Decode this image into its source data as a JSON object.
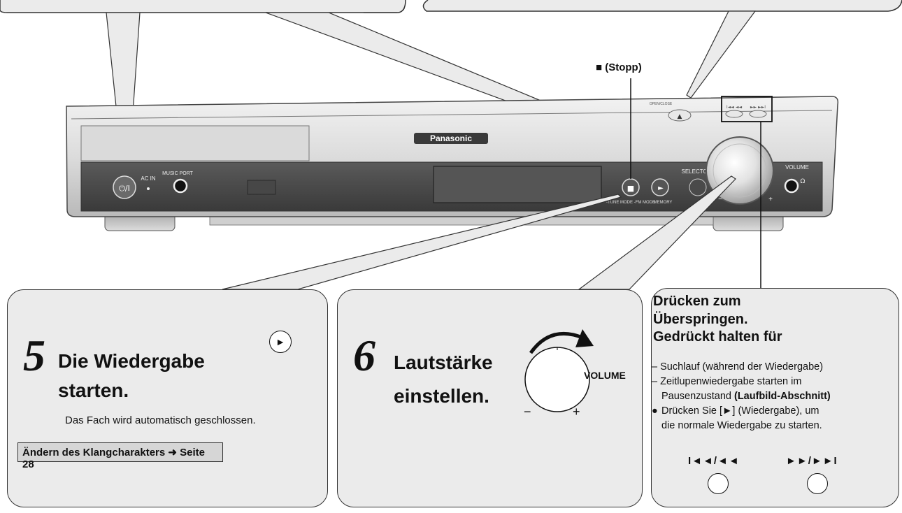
{
  "device": {
    "brand": "Panasonic",
    "stop_label": "■ (Stopp)",
    "power_symbol": "⏻/I",
    "ac_in": "AC IN",
    "music_port": "MUSIC PORT",
    "stop_symbol": "■",
    "play_symbol": "►",
    "sub_label_stop": "-TUNE MODE -FM MODE",
    "sub_label_memory": "MEMORY",
    "selector_label": "SELECTOR",
    "volume_label": "VOLUME",
    "minus": "−",
    "plus": "+",
    "headphone_symbol": "Ω",
    "open_close": "OPEN/CLOSE",
    "skip_back_small": "I◄◄ ◄◄",
    "skip_fwd_small": "►► ►►I",
    "eject_symbol": "▲"
  },
  "step5": {
    "number": "5",
    "title_line1": "Die Wiedergabe",
    "title_line2": "starten.",
    "note": "Das Fach wird automatisch geschlossen.",
    "tip": "Ändern des Klangcharakters ➜ Seite 28",
    "play_icon_symbol": "►"
  },
  "step6": {
    "number": "6",
    "title_line1": "Lautstärke",
    "title_line2": "einstellen.",
    "knob_label": "VOLUME",
    "minus": "−",
    "plus": "+"
  },
  "skip": {
    "title_line1": "Drücken zum",
    "title_line2": "Überspringen.",
    "title_line3": "Gedrückt halten für",
    "item1": "– Suchlauf (während der Wiedergabe)",
    "item2_a": "– Zeitlupenwiedergabe starten im",
    "item2_b": "Pausenzustand",
    "item2_c": "(Laufbild-Abschnitt)",
    "item3_bullet": "●",
    "item3_a": "Drücken Sie [►] (Wiedergabe), um",
    "item3_b": "die normale Wiedergabe zu starten.",
    "btn_back_label": "I◄◄/◄◄",
    "btn_fwd_label": "►►/►►I"
  }
}
